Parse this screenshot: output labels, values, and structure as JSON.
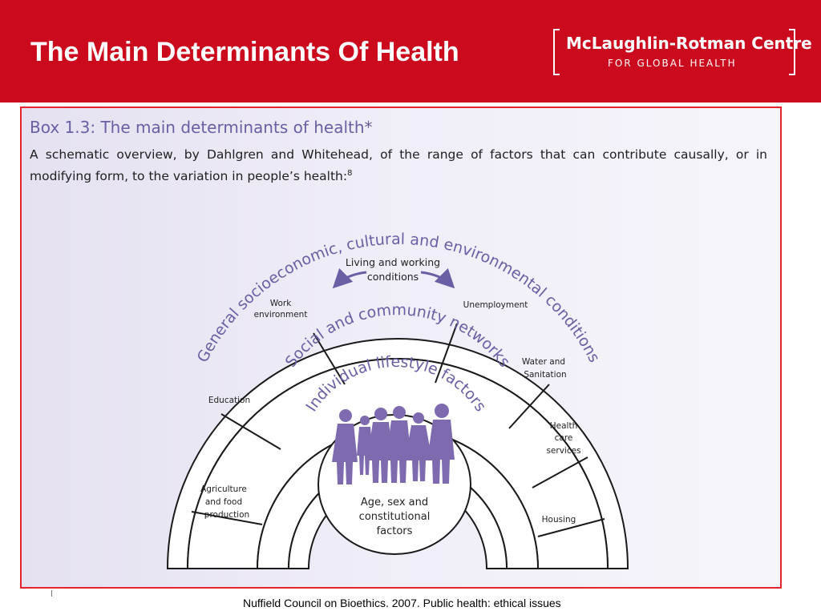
{
  "slide": {
    "title": "The Main Determinants Of Health",
    "footer": "Nuffield Council on Bioethics. 2007. Public health: ethical issues"
  },
  "logo": {
    "line1": "McLaughlin-Rotman Centre",
    "line2": "FOR GLOBAL HEALTH"
  },
  "box": {
    "title": "Box 1.3: The main determinants of health*",
    "description": "A schematic overview, by Dahlgren and Whitehead, of the range of factors that can contribute causally, or in modifying form, to the variation in people’s health:",
    "footnote_ref": "8"
  },
  "diagram": {
    "outer_ring": "General socioeconomic, cultural and environmental conditions",
    "middle_ring": "Social and community networks",
    "inner_ring": "Individual lifestyle factors",
    "core": [
      "Age, sex and",
      "constitutional",
      "factors"
    ],
    "living_working": [
      "Living and working",
      "conditions"
    ],
    "segments_left": [
      [
        "Work",
        "environment"
      ],
      [
        "Education"
      ],
      [
        "Agriculture",
        "and food",
        "production"
      ]
    ],
    "segments_right": [
      [
        "Unemployment"
      ],
      [
        "Water and",
        "Sanitation"
      ],
      [
        "Health",
        "care",
        "services"
      ],
      [
        "Housing"
      ]
    ]
  },
  "colors": {
    "header_red": "#cc0a1e",
    "frame_red": "#e8232d",
    "accent_purple": "#6a5ea5",
    "figure_purple": "#7e6aaf"
  }
}
